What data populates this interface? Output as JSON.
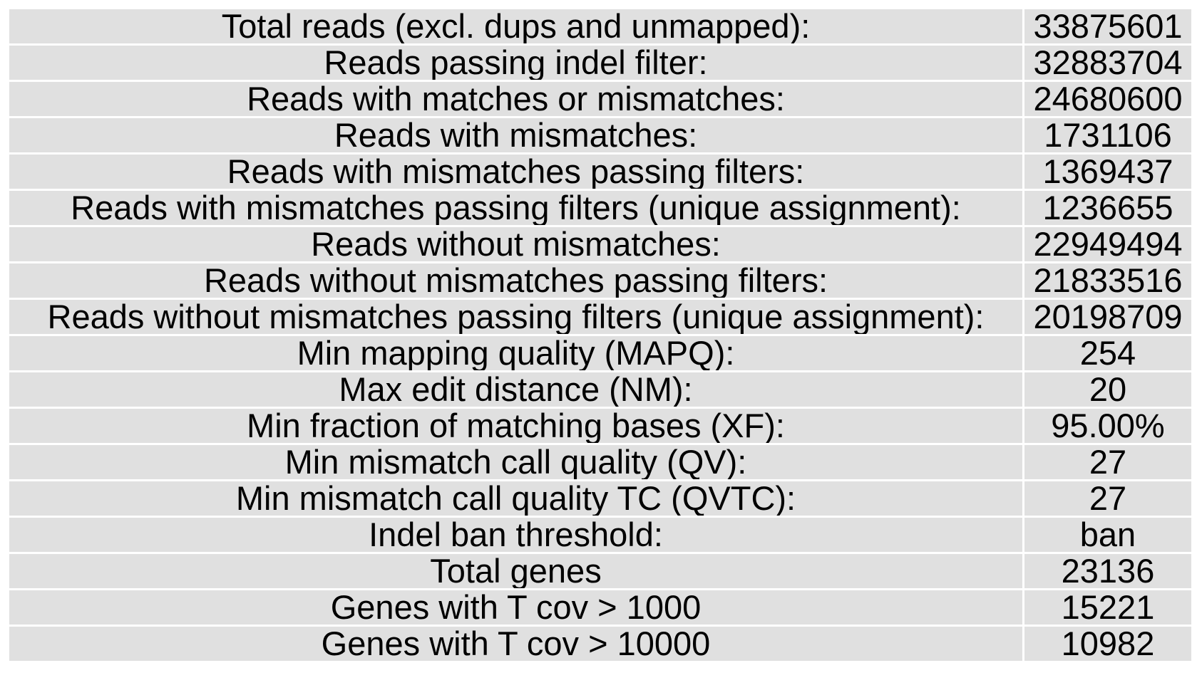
{
  "table": {
    "rows": [
      {
        "label": "Total reads (excl. dups and unmapped):",
        "value": "33875601"
      },
      {
        "label": "Reads passing indel filter:",
        "value": "32883704"
      },
      {
        "label": "Reads with matches or mismatches:",
        "value": "24680600"
      },
      {
        "label": "Reads with mismatches:",
        "value": "1731106"
      },
      {
        "label": "Reads with mismatches passing filters:",
        "value": "1369437"
      },
      {
        "label": "Reads with mismatches passing filters (unique assignment):",
        "value": "1236655"
      },
      {
        "label": "Reads without mismatches:",
        "value": "22949494"
      },
      {
        "label": "Reads without mismatches passing filters:",
        "value": "21833516"
      },
      {
        "label": "Reads without mismatches passing filters (unique assignment):",
        "value": "20198709"
      },
      {
        "label": "Min mapping quality (MAPQ):",
        "value": "254"
      },
      {
        "label": "Max edit distance (NM):",
        "value": "20"
      },
      {
        "label": "Min fraction of matching bases (XF):",
        "value": "95.00%"
      },
      {
        "label": "Min mismatch call quality (QV):",
        "value": "27"
      },
      {
        "label": "Min mismatch call quality TC (QVTC):",
        "value": "27"
      },
      {
        "label": "Indel ban threshold:",
        "value": "ban"
      },
      {
        "label": "Total genes",
        "value": "23136"
      },
      {
        "label": "Genes with T cov > 1000",
        "value": "15221"
      },
      {
        "label": "Genes with T cov > 10000",
        "value": "10982"
      }
    ]
  },
  "colors": {
    "cell_background": "#e0e0e0",
    "grid_lines": "#ffffff",
    "text": "#000000"
  }
}
